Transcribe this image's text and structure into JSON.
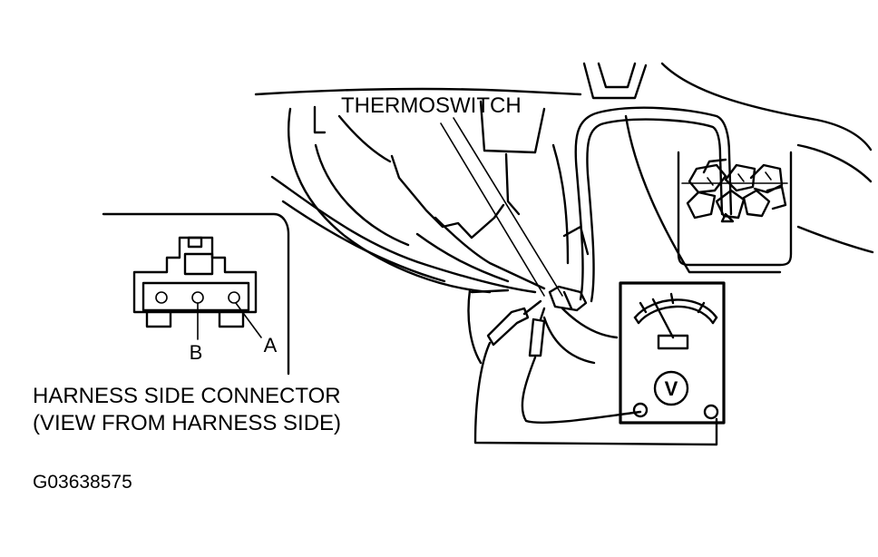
{
  "labels": {
    "thermoswitch": "THERMOSWITCH",
    "pin_a": "A",
    "pin_b": "B",
    "connector_title": "HARNESS SIDE CONNECTOR",
    "connector_subtitle": "(VIEW FROM HARNESS SIDE)",
    "figure_id": "G03638575",
    "voltmeter_symbol": "V"
  }
}
